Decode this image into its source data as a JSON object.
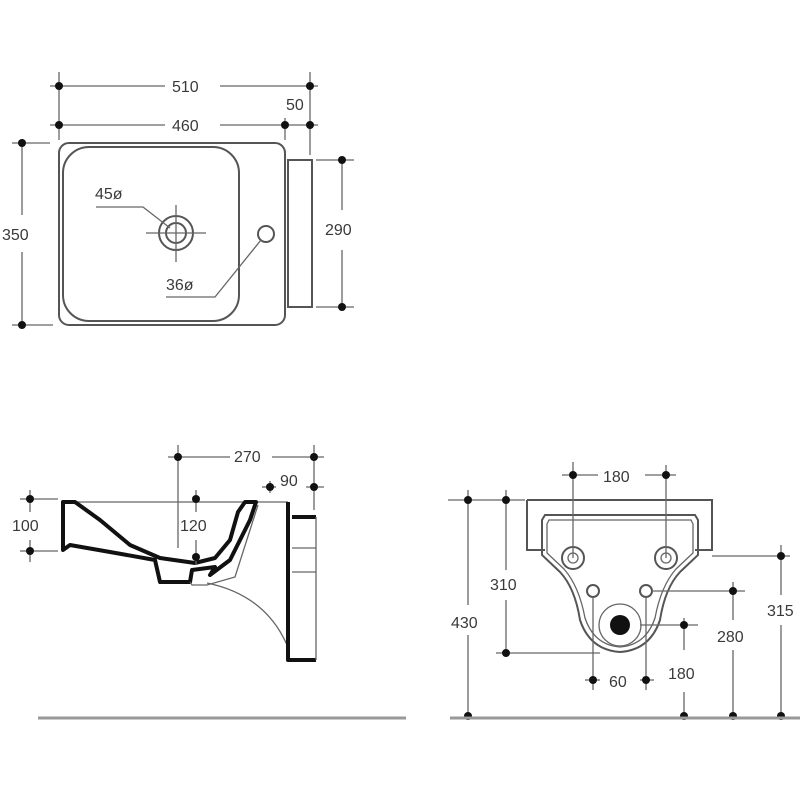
{
  "top_view": {
    "width_total": "510",
    "width_basin": "460",
    "wall_depth": "50",
    "depth_total": "350",
    "bracket_height": "290",
    "tap_hole": "45ø",
    "overflow_hole": "36ø"
  },
  "side_view": {
    "drain_offset": "270",
    "wall_offset": "90",
    "rim_height": "100",
    "bowl_depth": "120"
  },
  "front_view": {
    "fixing_spacing": "180",
    "total_height": "430",
    "fixing_height": "310",
    "bracket_height": "315",
    "supply_height": "280",
    "drain_height": "180",
    "supply_spacing": "60"
  }
}
